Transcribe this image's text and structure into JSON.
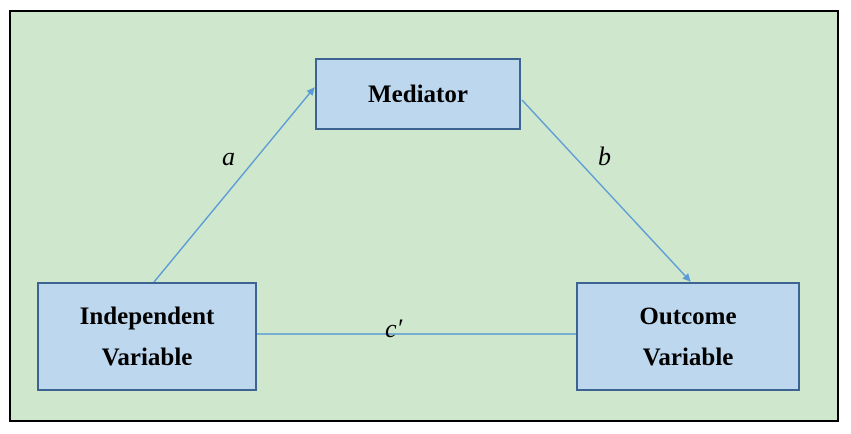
{
  "diagram": {
    "colors": {
      "background": "#cfe7cd",
      "frame_border": "#000000",
      "node_fill": "#bdd7ee",
      "node_border": "#3d6490",
      "arrow": "#5b9bd5"
    },
    "nodes": {
      "mediator": {
        "label": "Mediator"
      },
      "independent": {
        "label": "Independent\nVariable"
      },
      "outcome": {
        "label": "Outcome\nVariable"
      }
    },
    "edges": [
      {
        "from": "independent",
        "to": "mediator",
        "label": "a"
      },
      {
        "from": "mediator",
        "to": "outcome",
        "label": "b"
      },
      {
        "from": "independent",
        "to": "outcome",
        "label": "c′"
      }
    ]
  }
}
